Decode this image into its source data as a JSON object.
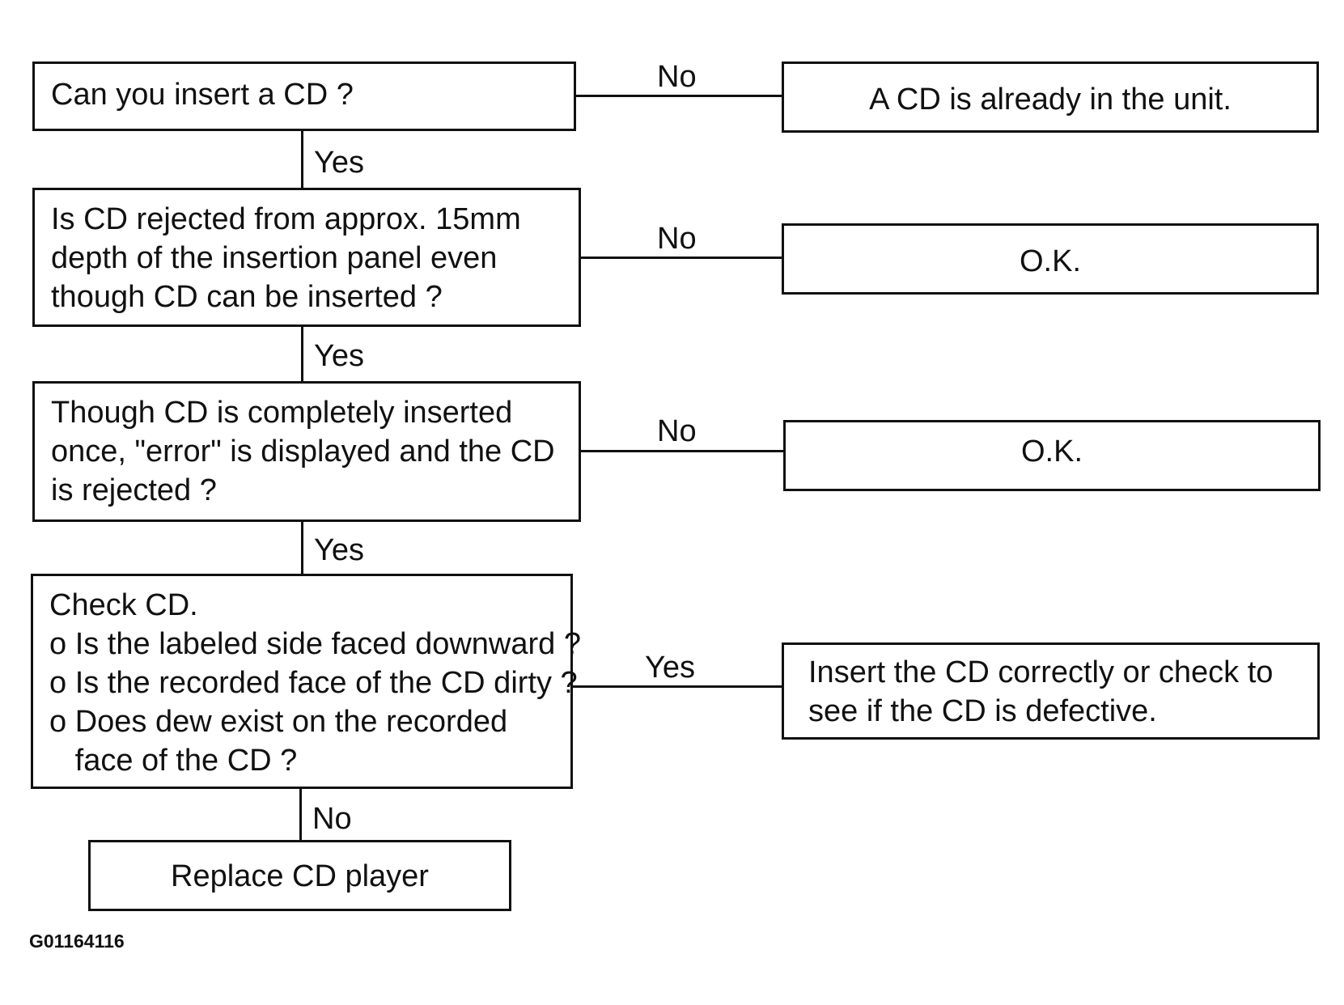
{
  "flowchart": {
    "q1": {
      "text": "Can you insert a CD ?"
    },
    "q2": {
      "lines": [
        "Is CD rejected from approx. 15mm",
        "depth of the insertion panel even",
        "though CD can be inserted ?"
      ]
    },
    "q3": {
      "lines": [
        "Though CD is completely inserted",
        "once, \"error\" is displayed and the CD",
        "is rejected ?"
      ]
    },
    "q4": {
      "lines": [
        "Check CD.",
        "o Is the labeled side faced downward ?",
        "o Is the recorded face of the CD dirty ?",
        "o Does dew exist on the recorded",
        "   face of the CD ?"
      ]
    },
    "r1": {
      "text": "A CD is already in the unit."
    },
    "r2": {
      "text": "O.K."
    },
    "r3": {
      "text": "O.K."
    },
    "r4": {
      "lines": [
        "Insert the CD correctly or check to",
        "see if the CD is defective."
      ]
    },
    "r5": {
      "text": "Replace CD player"
    },
    "edges": {
      "q1_no": "No",
      "q1_yes": "Yes",
      "q2_no": "No",
      "q2_yes": "Yes",
      "q3_no": "No",
      "q3_yes": "Yes",
      "q4_yes": "Yes",
      "q4_no": "No"
    }
  },
  "figure_code": "G01164116"
}
